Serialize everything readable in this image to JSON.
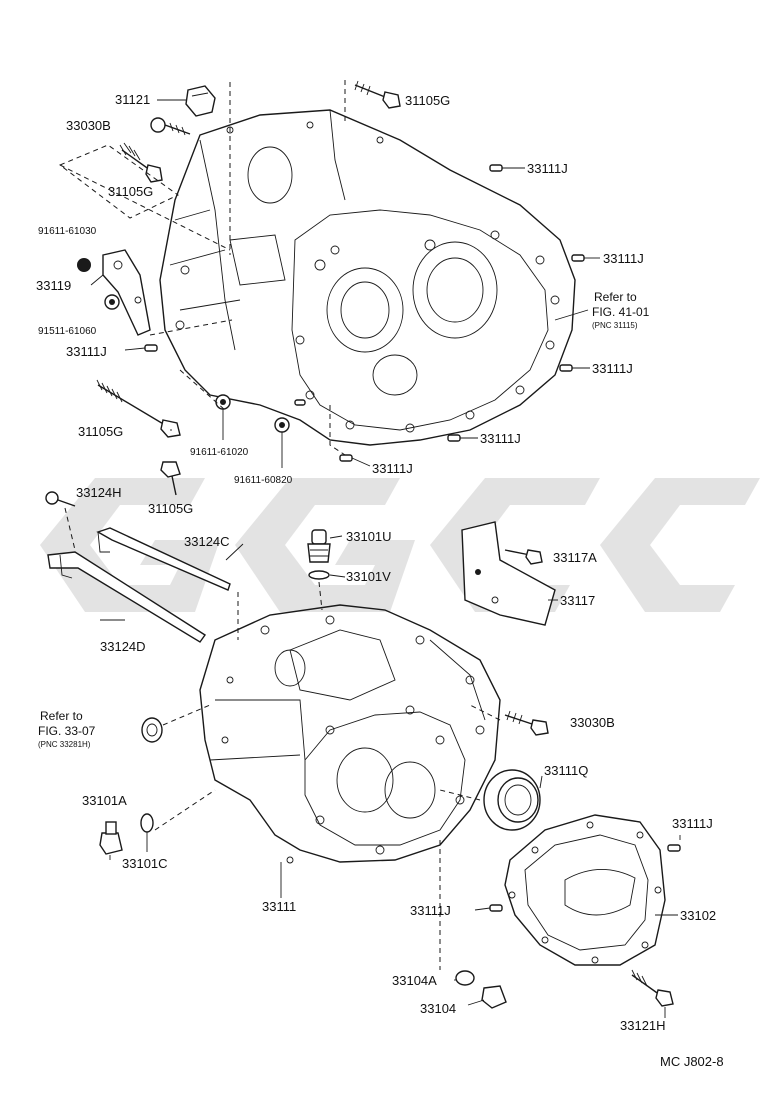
{
  "diagram_id": "MC J802-8",
  "watermark": "GGCC",
  "labels": {
    "p31121": "31121",
    "p33030b_top": "33030B",
    "p31105g_top": "31105G",
    "p31105g_left": "31105G",
    "p33111j_1": "33111J",
    "p91611_61030": "91611-61030",
    "p33111j_2": "33111J",
    "p33119": "33119",
    "p91511_61060": "91511-61060",
    "p33111j_3": "33111J",
    "p33111j_4": "33111J",
    "p31105g_mid": "31105G",
    "p91611_61020": "91611-61020",
    "p33111j_5": "33111J",
    "p91611_60820": "91611-60820",
    "p33111j_6": "33111J",
    "p33124h": "33124H",
    "p31105g_bot": "31105G",
    "p33101u": "33101U",
    "p33124c": "33124C",
    "p33101v": "33101V",
    "p33117a": "33117A",
    "p33117": "33117",
    "p33124d": "33124D",
    "p33030b_bot": "33030B",
    "p33111q": "33111Q",
    "p33101a": "33101A",
    "p33101c": "33101C",
    "p33111j_7": "33111J",
    "p33111": "33111",
    "p33111j_8": "33111J",
    "p33102": "33102",
    "p33104a": "33104A",
    "p33104": "33104",
    "p33121h": "33121H"
  },
  "refs": {
    "ref1_line1": "Refer to",
    "ref1_line2": "FIG. 41-01",
    "ref1_line3": "(PNC 31115)",
    "ref2_line1": "Refer to",
    "ref2_line2": "FIG. 33-07",
    "ref2_line3": "(PNC 33281H)"
  }
}
